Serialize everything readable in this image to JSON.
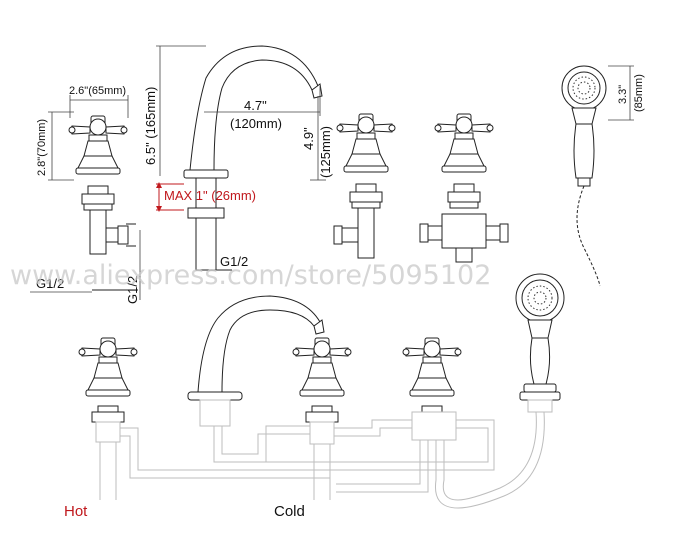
{
  "dimensions": {
    "handle_width": "2.6\"(65mm)",
    "handle_height": "2.8\"(70mm)",
    "spout_height": "6.5\" (165mm)",
    "spout_reach_in": "4.7\"",
    "spout_reach_mm": "(120mm)",
    "spout_drop_in": "4.9\"",
    "spout_drop_mm": "(125mm)",
    "max_deck": "MAX 1\" (26mm)",
    "thread_spout": "G1/2",
    "thread_valve_h": "G1/2",
    "thread_valve_v": "G1/2",
    "shower_head_in": "3.3\"",
    "shower_head_mm": "(85mm)"
  },
  "watermark": "www.aliexpress.com/store/5095102",
  "labels": {
    "hot": "Hot",
    "cold": "Cold"
  },
  "colors": {
    "line": "#222222",
    "pipe": "#bdbdbd",
    "accent_red": "#c0181d",
    "watermark": "#c9c9c9"
  }
}
